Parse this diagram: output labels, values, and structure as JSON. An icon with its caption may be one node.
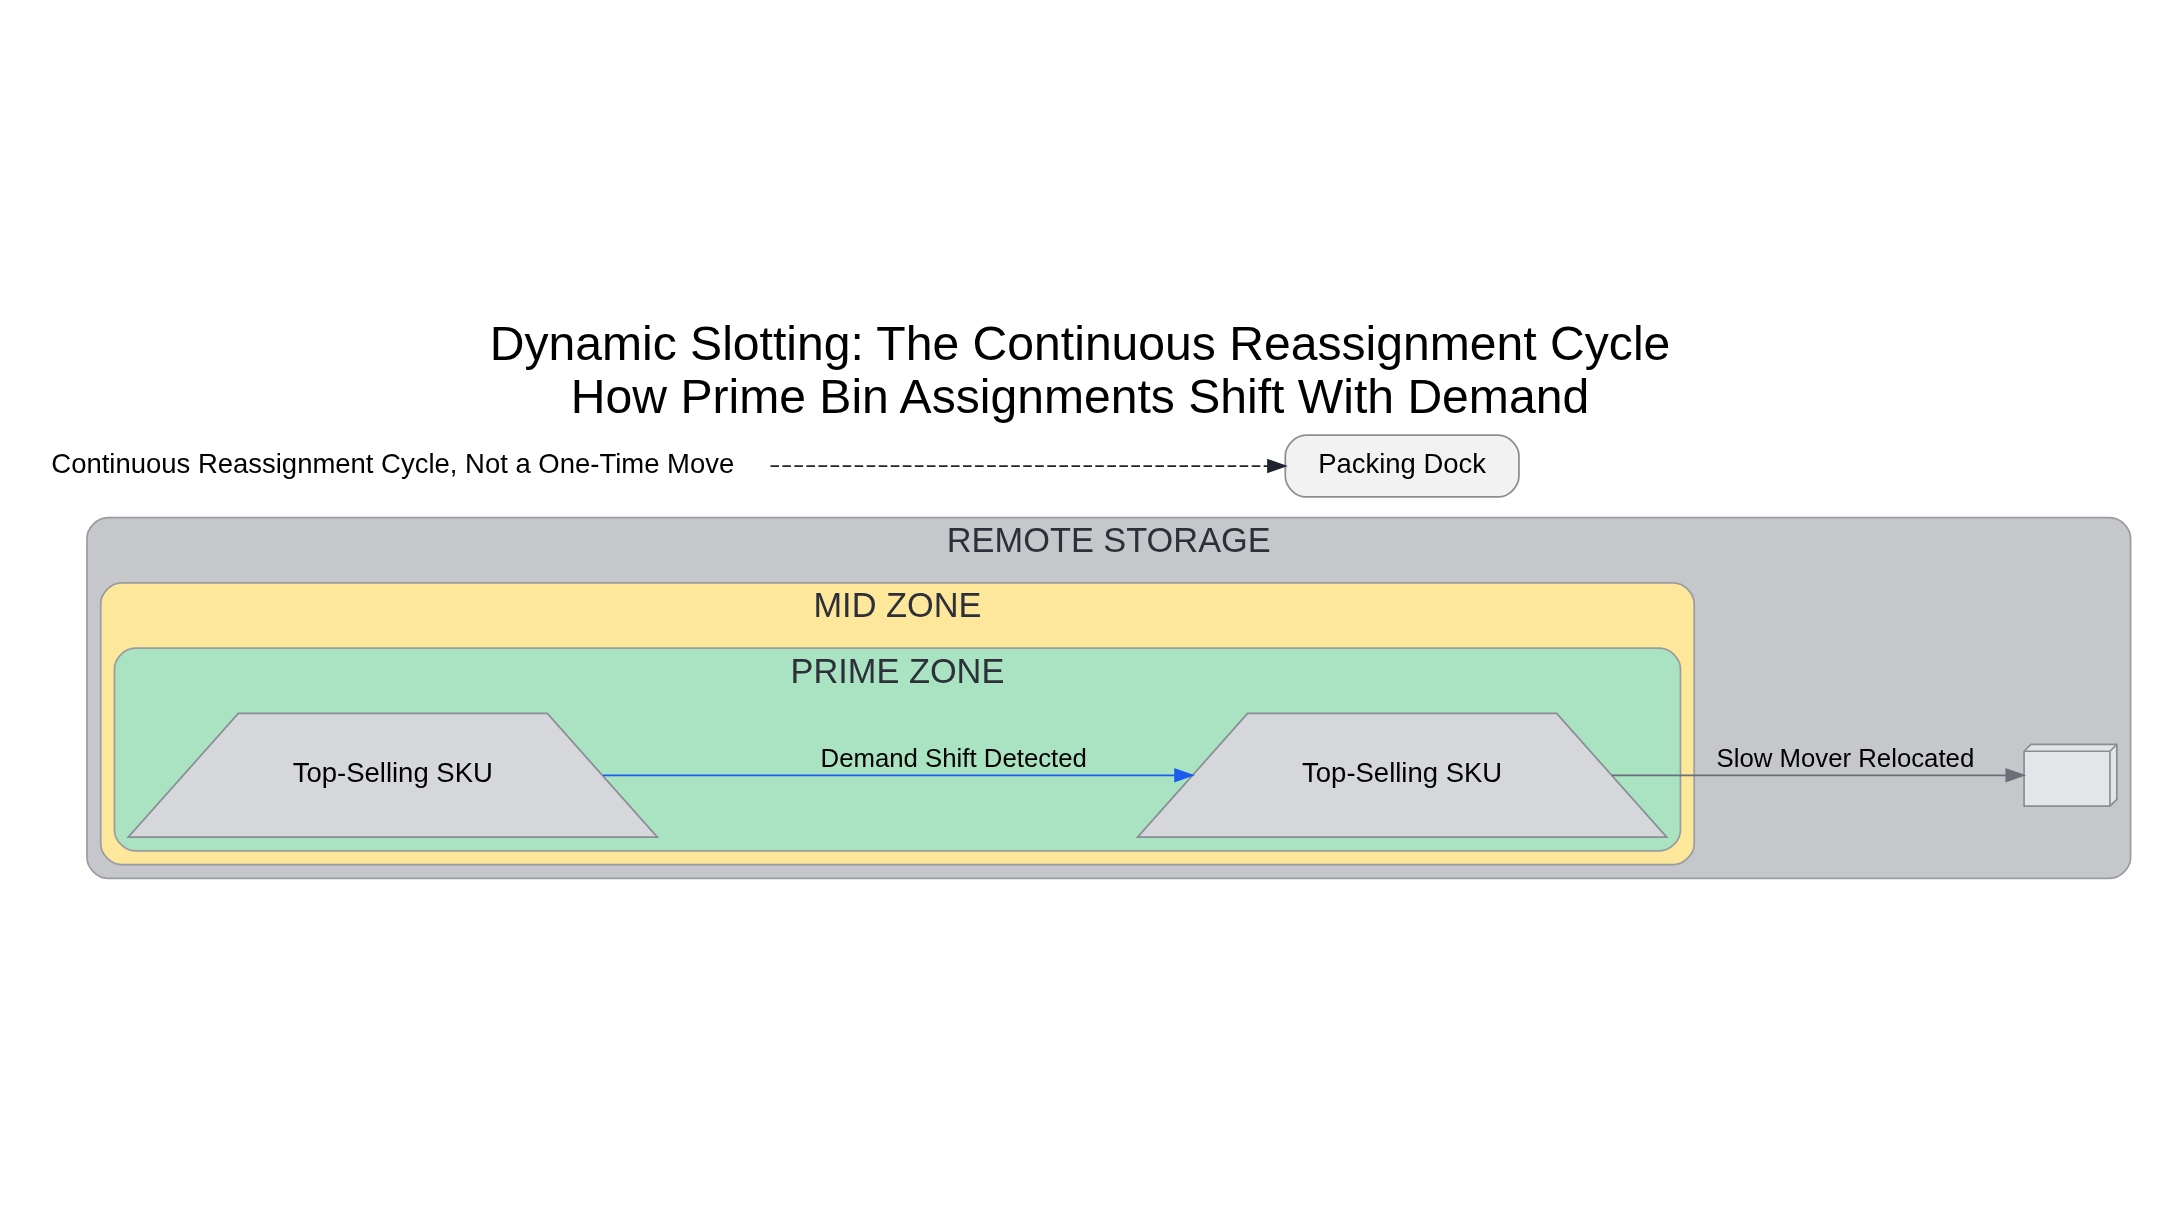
{
  "diagram": {
    "title": "Dynamic Slotting: The Continuous Reassignment Cycle",
    "caption": "How Prime Bin Assignments Shift With Demand",
    "nodes": [
      {
        "text": [
          "REMOTE STORAGE"
        ]
      },
      {
        "text": [
          "MID ZONE"
        ],
        "in": 0
      },
      {
        "text": [
          "PRIME ZONE"
        ],
        "in": 1
      },
      {
        "text": [
          "Top-Selling SKU"
        ],
        "in": 2
      },
      {
        "text": [
          "Top-Selling SKU"
        ],
        "in": 2
      },
      {
        "text": [
          "Packing Dock"
        ]
      },
      {
        "text": [],
        "shape": "box",
        "in": 0
      },
      {
        "text": [
          "Continuous Reassignment Cycle, Not a One-Time Move"
        ]
      }
    ],
    "edges": [
      {
        "from": 3,
        "to": 4,
        "label": "Demand Shift Detected",
        "arrow": "to",
        "color": "#1a5cf0"
      },
      {
        "from": 4,
        "to": 6,
        "label": "Slow Mover Relocated",
        "arrow": "to",
        "color": "#6b6f78"
      },
      {
        "from": 7,
        "to": 5,
        "arrow": "to",
        "style": "dashed",
        "color": "#1f2430"
      }
    ]
  }
}
